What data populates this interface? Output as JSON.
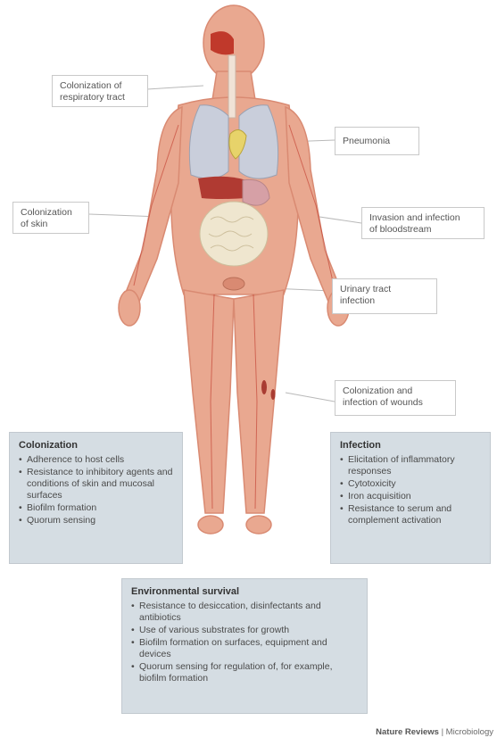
{
  "callouts": {
    "respiratory": [
      "Colonization of",
      "respiratory tract"
    ],
    "pneumonia": [
      "Pneumonia"
    ],
    "skin": [
      "Colonization",
      "of skin"
    ],
    "bloodstream": [
      "Invasion and infection",
      "of bloodstream"
    ],
    "urinary": [
      "Urinary tract",
      "infection"
    ],
    "wounds": [
      "Colonization and",
      "infection of wounds"
    ]
  },
  "panels": {
    "colonization": {
      "title": "Colonization",
      "items": [
        "Adherence to host cells",
        "Resistance to inhibitory agents and conditions of skin and mucosal surfaces",
        "Biofilm formation",
        "Quorum sensing"
      ]
    },
    "infection": {
      "title": "Infection",
      "items": [
        "Elicitation of inflammatory responses",
        "Cytotoxicity",
        "Iron acquisition",
        "Resistance to serum and complement activation"
      ]
    },
    "environmental": {
      "title": "Environmental survival",
      "items": [
        "Resistance to desiccation, disinfectants and antibiotics",
        "Use of various substrates for growth",
        "Biofilm formation on surfaces, equipment and devices",
        "Quorum sensing for regulation of, for example, biofilm formation"
      ]
    }
  },
  "credit": {
    "journal": "Nature Reviews",
    "section": "Microbiology"
  },
  "colors": {
    "skin": "#e9a890",
    "skin_edge": "#d98a72",
    "lungs": "#c9cedb",
    "liver": "#b03a32",
    "intestine": "#efe6cf",
    "panel_bg": "#d5dde3"
  }
}
